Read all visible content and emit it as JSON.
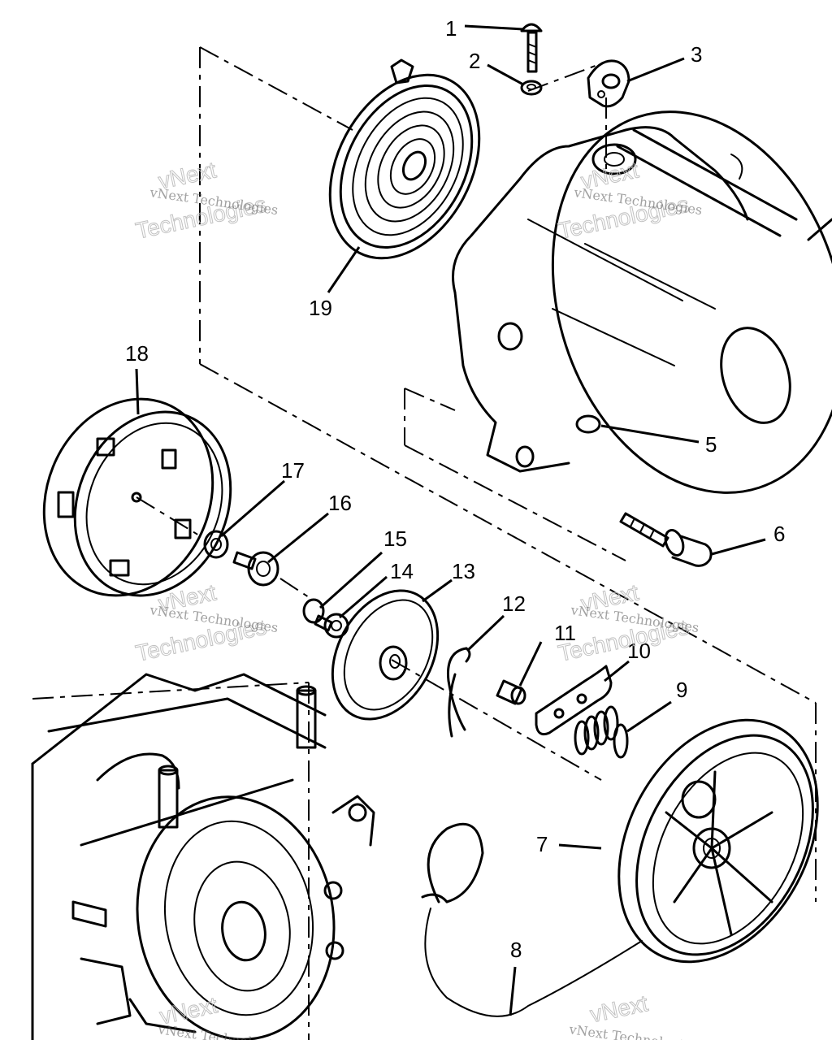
{
  "callouts": {
    "c1": "1",
    "c2": "2",
    "c3": "3",
    "c5": "5",
    "c6": "6",
    "c7": "7",
    "c8": "8",
    "c9": "9",
    "c10": "10",
    "c11": "11",
    "c12": "12",
    "c13": "13",
    "c14": "14",
    "c15": "15",
    "c16": "16",
    "c17": "17",
    "c18": "18",
    "c19": "19"
  },
  "watermark": {
    "company": "vNext Technologies",
    "word1": "vNext",
    "word2": "Technologies"
  }
}
